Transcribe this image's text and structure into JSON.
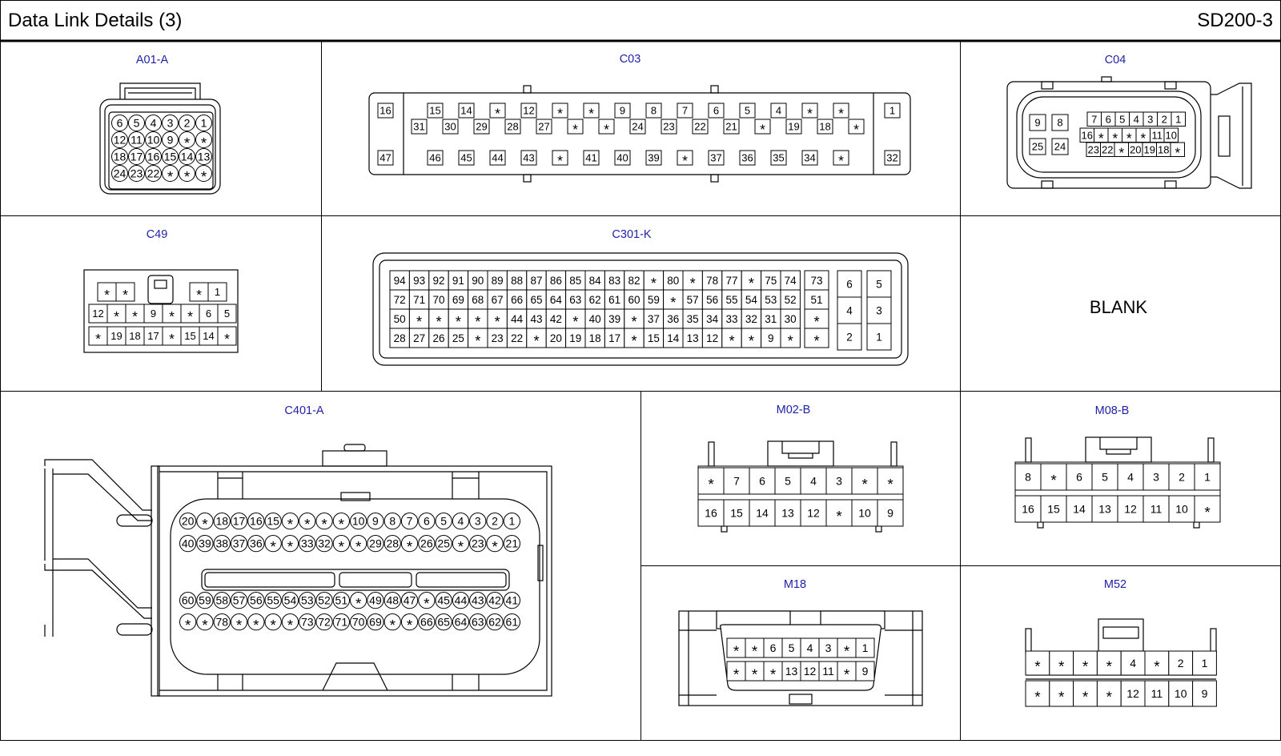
{
  "header": {
    "title": "Data Link Details (3)",
    "code": "SD200-3"
  },
  "connectors": {
    "A01_A": {
      "label": "A01-A",
      "rows": [
        [
          "6",
          "5",
          "4",
          "3",
          "2",
          "1"
        ],
        [
          "12",
          "11",
          "10",
          "9",
          "*",
          "*"
        ],
        [
          "18",
          "17",
          "16",
          "15",
          "14",
          "13"
        ],
        [
          "24",
          "23",
          "22",
          "*",
          "*",
          "*"
        ]
      ]
    },
    "C03": {
      "label": "C03",
      "left": [
        "16",
        "47"
      ],
      "right": [
        "1",
        "32"
      ],
      "row_upper": [
        "15",
        "14",
        "*",
        "12",
        "*",
        "*",
        "9",
        "8",
        "7",
        "6",
        "5",
        "4",
        "*",
        "*"
      ],
      "row_lower": [
        "31",
        "30",
        "29",
        "28",
        "27",
        "*",
        "*",
        "24",
        "23",
        "22",
        "21",
        "*",
        "19",
        "18",
        "*"
      ],
      "row_bottom": [
        "46",
        "45",
        "44",
        "43",
        "*",
        "41",
        "40",
        "39",
        "*",
        "37",
        "36",
        "35",
        "34",
        "*"
      ]
    },
    "C04": {
      "label": "C04",
      "left": [
        [
          "9",
          "8"
        ],
        [
          "25",
          "24"
        ]
      ],
      "row1": [
        "7",
        "6",
        "5",
        "4",
        "3",
        "2",
        "1"
      ],
      "row2": [
        "16",
        "*",
        "*",
        "*",
        "*",
        "11",
        "10"
      ],
      "row3": [
        "23",
        "22",
        "*",
        "20",
        "19",
        "18",
        "*"
      ]
    },
    "C49": {
      "label": "C49",
      "top_left": [
        "*",
        "*"
      ],
      "top_right": [
        "*",
        "1"
      ],
      "row2": [
        "12",
        "*",
        "*",
        "9",
        "*",
        "*",
        "6",
        "5"
      ],
      "row3": [
        "*",
        "19",
        "18",
        "17",
        "*",
        "15",
        "14",
        "*"
      ]
    },
    "C301_K": {
      "label": "C301-K",
      "rows": [
        [
          "94",
          "93",
          "92",
          "91",
          "90",
          "89",
          "88",
          "87",
          "86",
          "85",
          "84",
          "83",
          "82",
          "*",
          "80",
          "*",
          "78",
          "77",
          "*",
          "75",
          "74"
        ],
        [
          "72",
          "71",
          "70",
          "69",
          "68",
          "67",
          "66",
          "65",
          "64",
          "63",
          "62",
          "61",
          "60",
          "59",
          "*",
          "57",
          "56",
          "55",
          "54",
          "53",
          "52"
        ],
        [
          "50",
          "*",
          "*",
          "*",
          "*",
          "*",
          "44",
          "43",
          "42",
          "*",
          "40",
          "39",
          "*",
          "37",
          "36",
          "35",
          "34",
          "33",
          "32",
          "31",
          "30"
        ],
        [
          "28",
          "27",
          "26",
          "25",
          "*",
          "23",
          "22",
          "*",
          "20",
          "19",
          "18",
          "17",
          "*",
          "15",
          "14",
          "13",
          "12",
          "*",
          "*",
          "9",
          "*"
        ]
      ],
      "col_mid": [
        "73",
        "51",
        "*",
        "*"
      ],
      "col_a": [
        "6",
        "4",
        "2"
      ],
      "col_b": [
        "5",
        "3",
        "1"
      ]
    },
    "blank_cell": "BLANK",
    "C401_A": {
      "label": "C401-A",
      "rows": [
        [
          "20",
          "*",
          "18",
          "17",
          "16",
          "15",
          "*",
          "*",
          "*",
          "*",
          "10",
          "9",
          "8",
          "7",
          "6",
          "5",
          "4",
          "3",
          "2",
          "1"
        ],
        [
          "40",
          "39",
          "38",
          "37",
          "36",
          "*",
          "*",
          "33",
          "32",
          "*",
          "*",
          "29",
          "28",
          "*",
          "26",
          "25",
          "*",
          "23",
          "*",
          "21"
        ],
        [
          "60",
          "59",
          "58",
          "57",
          "56",
          "55",
          "54",
          "53",
          "52",
          "51",
          "*",
          "49",
          "48",
          "47",
          "*",
          "45",
          "44",
          "43",
          "42",
          "41"
        ],
        [
          "*",
          "*",
          "78",
          "*",
          "*",
          "*",
          "*",
          "73",
          "72",
          "71",
          "70",
          "69",
          "*",
          "*",
          "66",
          "65",
          "64",
          "63",
          "62",
          "61"
        ]
      ]
    },
    "M02_B": {
      "label": "M02-B",
      "top": [
        "*",
        "7",
        "6",
        "5",
        "4",
        "3",
        "*",
        "*"
      ],
      "bottom": [
        "16",
        "15",
        "14",
        "13",
        "12",
        "*",
        "10",
        "9"
      ]
    },
    "M08_B": {
      "label": "M08-B",
      "top": [
        "8",
        "*",
        "6",
        "5",
        "4",
        "3",
        "2",
        "1"
      ],
      "bottom": [
        "16",
        "15",
        "14",
        "13",
        "12",
        "11",
        "10",
        "*"
      ]
    },
    "M18": {
      "label": "M18",
      "top": [
        "*",
        "*",
        "6",
        "5",
        "4",
        "3",
        "*",
        "1"
      ],
      "bottom": [
        "*",
        "*",
        "*",
        "13",
        "12",
        "11",
        "*",
        "9"
      ]
    },
    "M52": {
      "label": "M52",
      "top": [
        "*",
        "*",
        "*",
        "*",
        "4",
        "*",
        "2",
        "1"
      ],
      "bottom": [
        "*",
        "*",
        "*",
        "*",
        "12",
        "11",
        "10",
        "9"
      ]
    }
  }
}
